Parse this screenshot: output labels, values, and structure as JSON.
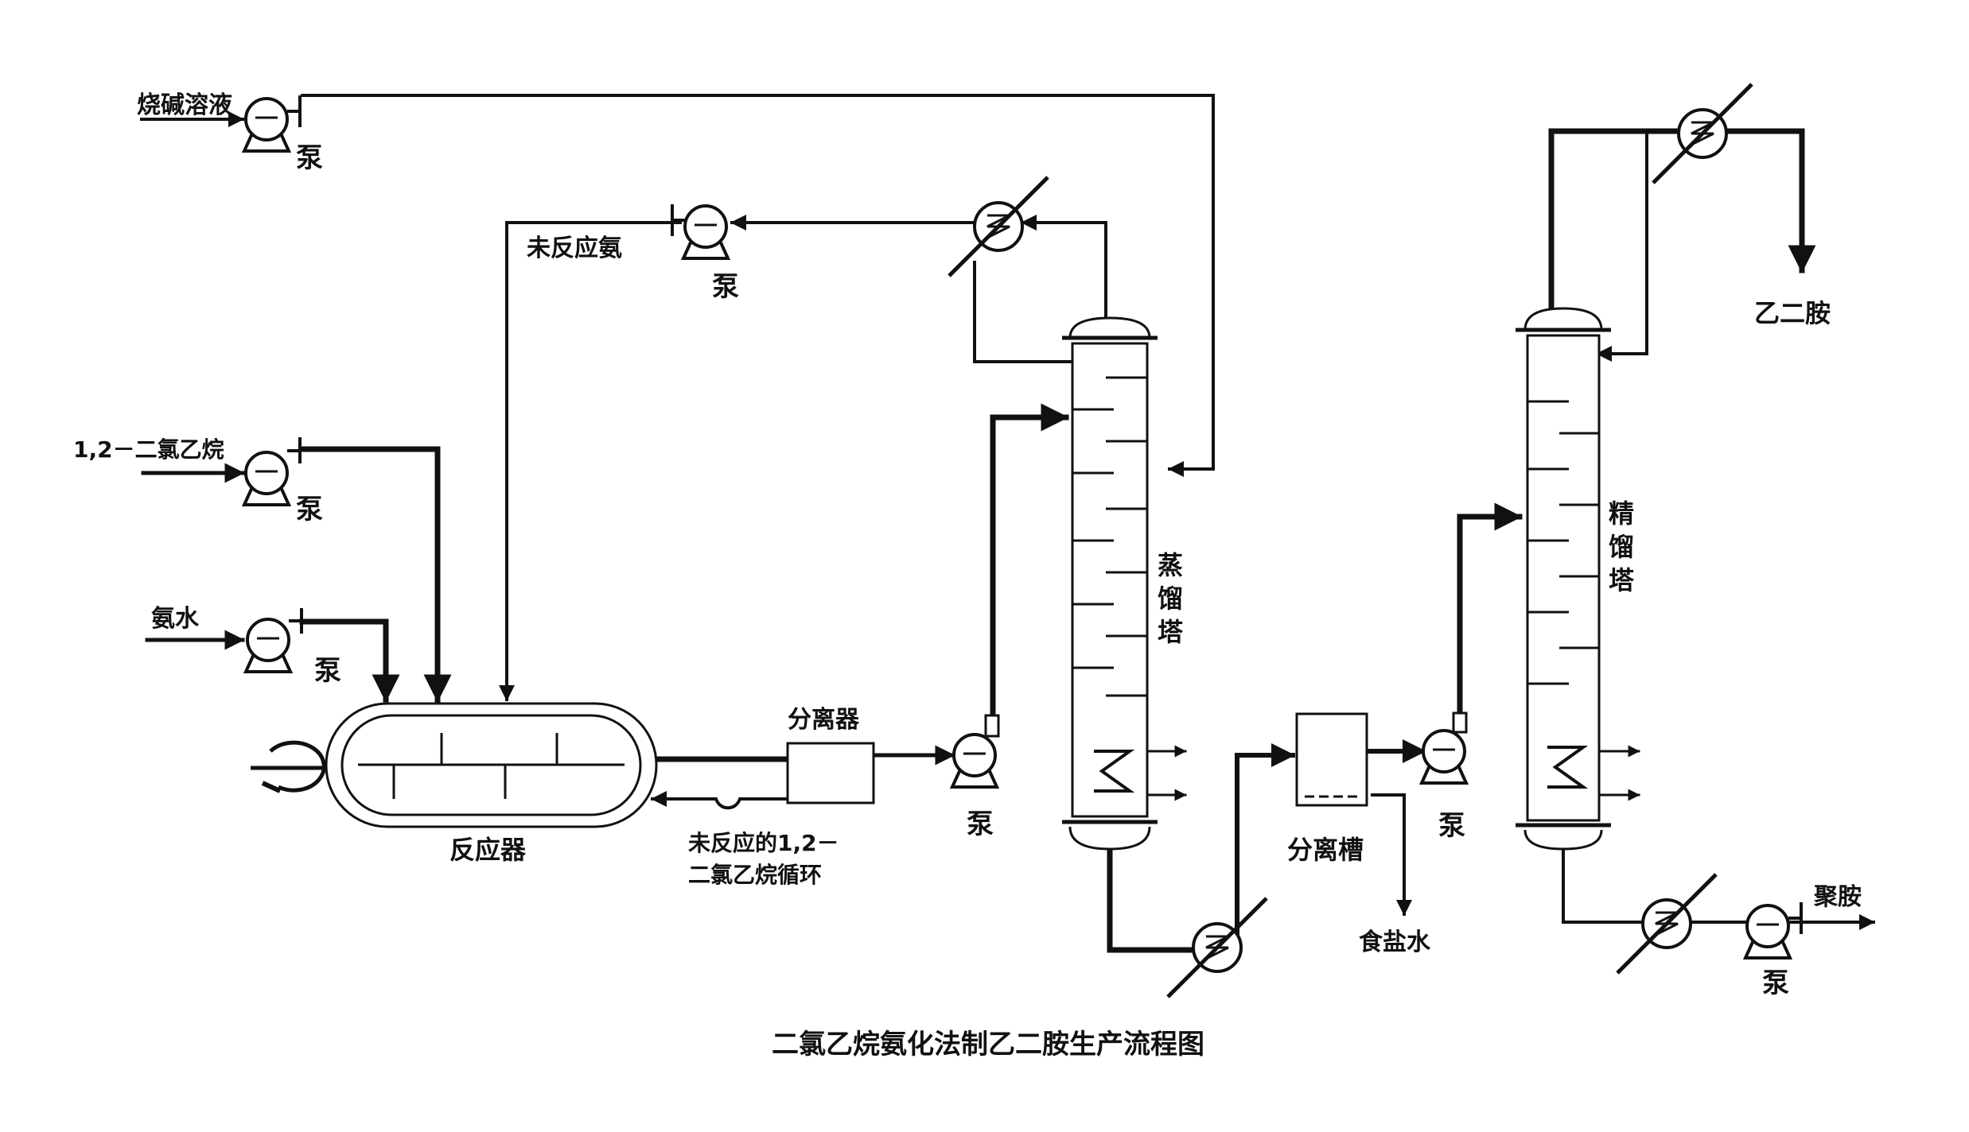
{
  "labels": {
    "caustic_soda": "烧碱溶液",
    "pump": "泵",
    "unreacted_ammonia": "未反应氨",
    "dichloroethane": "1,2－二氯乙烷",
    "ammonia_water": "氨水",
    "reactor": "反应器",
    "separator": "分离器",
    "recycle_line1": "未反应的1,2－",
    "recycle_line2": "二氯乙烷循环",
    "evaporation_tower": "蒸馏塔",
    "separation_tank": "分离槽",
    "brine": "食盐水",
    "rectification_tower": "精馏塔",
    "ethylenediamine": "乙二胺",
    "polyamine": "聚胺",
    "caption": "二氯乙烷氨化法制乙二胺生产流程图"
  }
}
